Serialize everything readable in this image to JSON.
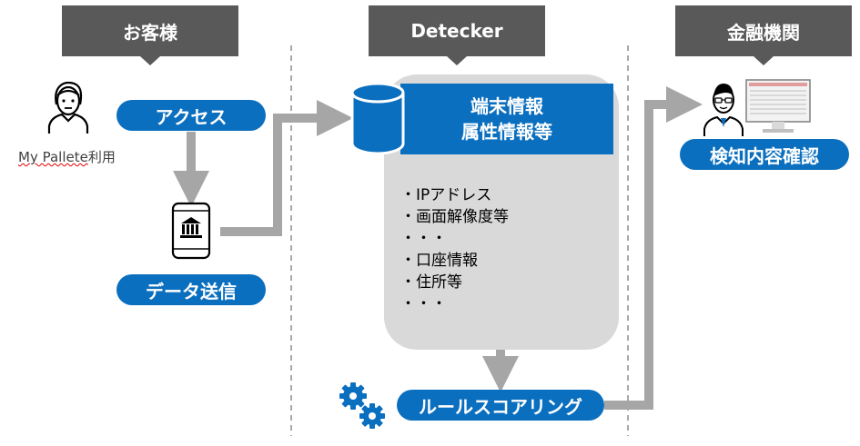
{
  "headers": {
    "customer": "お客様",
    "detecker": "Detecker",
    "bank": "金融機関"
  },
  "customer": {
    "access_label": "アクセス",
    "app_name": "My Pallete",
    "app_usage_suffix": "利用",
    "send_label": "データ送信"
  },
  "detecker": {
    "data_title_line1": "端末情報",
    "data_title_line2": "属性情報等",
    "items": [
      "・IPアドレス",
      "・画面解像度等",
      "・・・",
      "・口座情報",
      "・住所等",
      "・・・"
    ],
    "scoring_label": "ルールスコアリング"
  },
  "bank": {
    "confirm_label": "検知内容確認"
  },
  "colors": {
    "header": "#595959",
    "accent_blue": "#0b6fbf",
    "panel_gray": "#d9d9d9",
    "arrow_gray": "#a6a6a6"
  },
  "icons": {
    "user": "user-icon",
    "phone": "smartphone-bank-icon",
    "database": "database-icon",
    "gears": "gears-icon",
    "operator": "operator-with-monitor-icon"
  }
}
